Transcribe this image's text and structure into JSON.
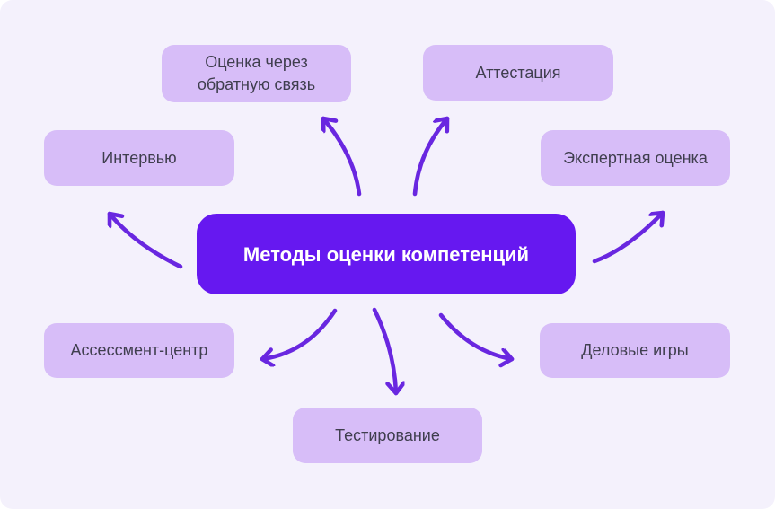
{
  "diagram": {
    "center": {
      "label": "Методы оценки компетенций"
    },
    "nodes": [
      {
        "id": "feedback",
        "label": "Оценка через обратную связь"
      },
      {
        "id": "attestation",
        "label": "Аттестация"
      },
      {
        "id": "interview",
        "label": "Интервью"
      },
      {
        "id": "expert",
        "label": "Экспертная оценка"
      },
      {
        "id": "assessment",
        "label": "Ассессмент-центр"
      },
      {
        "id": "business_games",
        "label": "Деловые игры"
      },
      {
        "id": "testing",
        "label": "Тестирование"
      }
    ],
    "colors": {
      "background": "#F4F1FC",
      "node_fill": "#D7BDF8",
      "center_fill": "#6618F0",
      "arrow": "#6927E0",
      "node_text": "#3F3E4E",
      "center_text": "#FFFFFF"
    }
  }
}
